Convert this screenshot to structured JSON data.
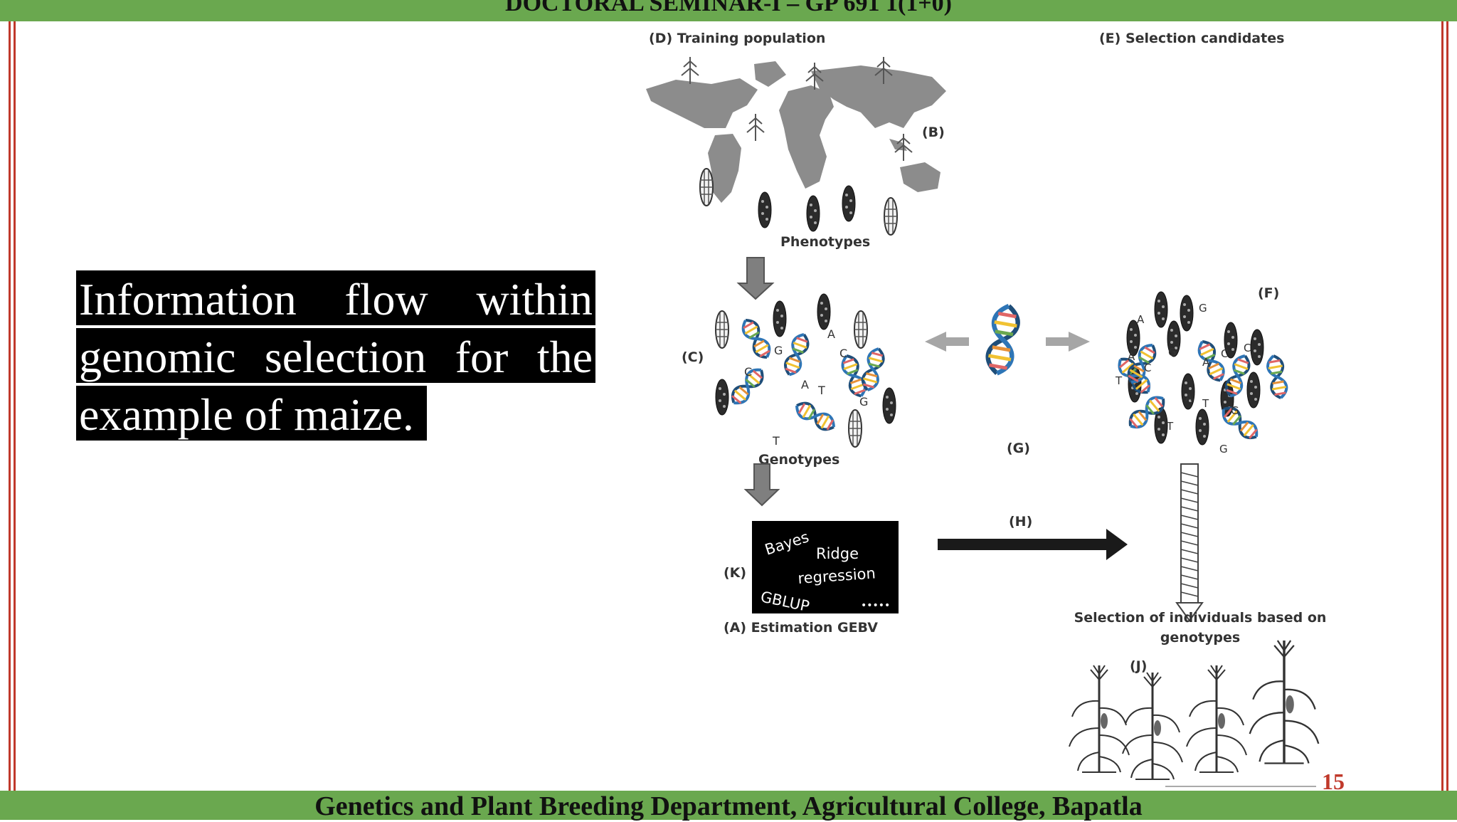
{
  "slide": {
    "header": "DOCTORAL SEMINAR-I – GP 691 1(1+0)",
    "footer": "Genetics and Plant Breeding Department, Agricultural College, Bapatla",
    "page_number": "15",
    "caption_lines": [
      "Information flow within",
      "genomic selection for the",
      "example of maize."
    ]
  },
  "figure": {
    "d_label": "(D) Training population",
    "e_label": "(E) Selection candidates",
    "b_label": "(B)",
    "phenotypes": "Phenotypes",
    "c_label": "(C)",
    "genotypes": "Genotypes",
    "f_label": "(F)",
    "g_label": "(G)",
    "h_label": "(H)",
    "k_label": "(K)",
    "a_label": "(A) Estimation GEBV",
    "methods": {
      "bayes": "Bayes",
      "ridge": "Ridge",
      "regression": "regression",
      "gblup": "GBLUP",
      "dots": "•••••"
    },
    "selection_line1": "Selection of individuals based on",
    "selection_line2": "genotypes",
    "j_label": "(J)",
    "bases": [
      "A",
      "G",
      "C",
      "T"
    ]
  },
  "colors": {
    "band": "#6aa84f",
    "rule": "#c0392b",
    "page_number": "#c0392b"
  }
}
